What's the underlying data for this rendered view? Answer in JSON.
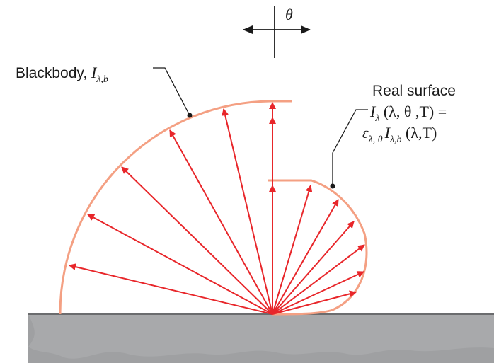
{
  "labels": {
    "blackbody_prefix": "Blackbody, ",
    "blackbody_symbol": "I",
    "blackbody_subscript": "λ,b",
    "real_surface_title": "Real surface",
    "real_line2_symbol": "I",
    "real_line2_subscript": "λ",
    "real_line2_args": " (λ, θ ,T) =",
    "real_line3_symbol": "ε",
    "real_line3_subscript": "λ, θ",
    "real_line3_symbol2": "I",
    "real_line3_subscript2": "λ,b",
    "real_line3_args": " (λ,T)",
    "theta_symbol": "θ"
  },
  "colors": {
    "arrow": "#e8262a",
    "blackbody_curve": "#f4a083",
    "real_curve": "#f4a083",
    "ground": "#a8a9ab",
    "ground_edge": "#6b6c6e",
    "leader": "#1a1a1a"
  }
}
